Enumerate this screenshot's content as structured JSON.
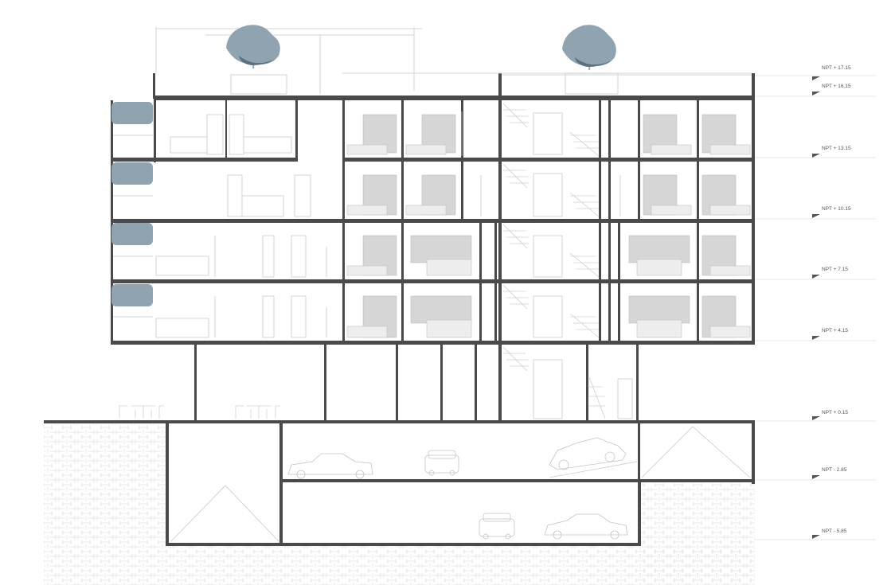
{
  "drawing": {
    "colors": {
      "structure": "#4a4a4a",
      "fine_line": "#c9c9c9",
      "furniture": "#d6d6d6",
      "foliage": "#8fa3b1",
      "foliage_dark": "#5f6f7a",
      "soil_hatch": "#e2e2e2"
    },
    "levels": [
      {
        "label": "NPT + 17.15"
      },
      {
        "label": "NPT + 16.15"
      },
      {
        "label": "NPT + 13.15"
      },
      {
        "label": "NPT + 10.15"
      },
      {
        "label": "NPT + 7.15"
      },
      {
        "label": "NPT + 4.15"
      },
      {
        "label": "NPT + 0.15"
      },
      {
        "label": "NPT - 2.85"
      },
      {
        "label": "NPT - 5.85"
      }
    ],
    "icons": [
      "tree-icon",
      "hanging-plant-icon",
      "car-icon",
      "stair-icon",
      "bed-icon",
      "cafe-table-icon"
    ]
  }
}
